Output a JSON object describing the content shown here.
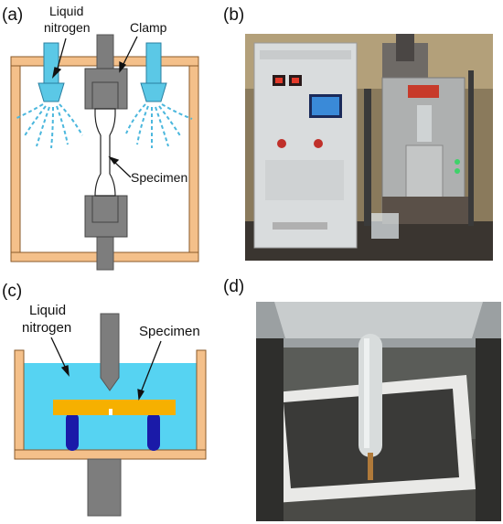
{
  "panels": {
    "a": {
      "label": "(a)",
      "liquid_nitrogen_line1": "Liquid",
      "liquid_nitrogen_line2": "nitrogen",
      "clamp": "Clamp",
      "specimen": "Specimen"
    },
    "b": {
      "label": "(b)"
    },
    "c": {
      "label": "(c)",
      "liquid_nitrogen_line1": "Liquid",
      "liquid_nitrogen_line2": "nitrogen",
      "specimen": "Specimen"
    },
    "d": {
      "label": "(d)"
    }
  },
  "colors": {
    "frame": "#f4c08a",
    "frame_stroke": "#8a5a2a",
    "nozzle": "#5bc8e6",
    "spray": "#4bb7dd",
    "clamp": "#808080",
    "liquid": "#56d3f2",
    "beam": "#f6b000",
    "support": "#1a1aa8"
  }
}
